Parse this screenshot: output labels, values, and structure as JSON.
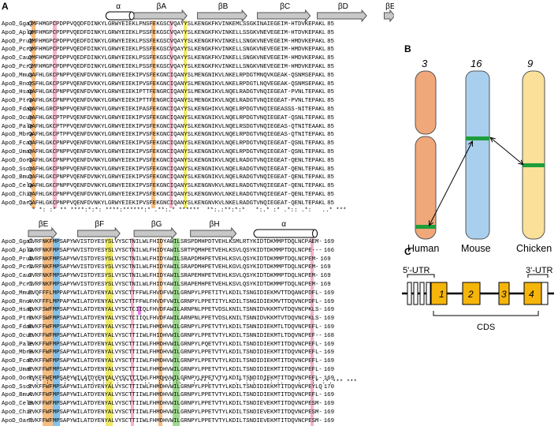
{
  "panel_labels": {
    "a": "A",
    "b": "B",
    "c": "C"
  },
  "block1": {
    "structure": [
      {
        "type": "helix",
        "label": "α"
      },
      {
        "type": "strand",
        "label": "βA"
      },
      {
        "type": "strand",
        "label": "βB"
      },
      {
        "type": "strand",
        "label": "βC"
      },
      {
        "type": "strand",
        "label": "βD"
      },
      {
        "type": "strand",
        "label": "βE"
      }
    ],
    "rows": [
      {
        "name": "ApoD_Ggal",
        "seq": "QMFHMGPCPDPPVQQDFDINKYLGRWYEIEKLPNSFEKGSCVQAYYSLKENGKFKVINKEMLSSGKINAIEGEIM-HTDVKEPAKL",
        "count": "85"
      },
      {
        "name": "ApoD_Apla",
        "seq": "QMFHMGPCPDPPVQEDFDINKYLGRWYEIEKLPSSFEKGSCVQAYYSLKENGKFKVINKELLSSGKVNEVEGEIM-HTDVKEPAKL",
        "count": "85"
      },
      {
        "name": "ApoD_Prub",
        "seq": "QMFHMGPCPDPPVQEDFDINKYLGRWYEIEKLPSSFEKGSCVQAYYSLKENGKFKVINKELLSNGKVNEVEGEIM-HMDVKEPAKL",
        "count": "85"
      },
      {
        "name": "ApoD_Pcrs",
        "seq": "QMFHMGPCPDPPVQEDFDINKYLGRWYEIEKLPSSFEKGSCVQAYYSLKENGKFKVINKELLSNGKVNEVEGEIM-HMDVKEPAKL",
        "count": "85"
      },
      {
        "name": "ApoD_Caur",
        "seq": "QMFHMGPCPDPPVQEDFDINKYLGRWYEIEKLPSSFEKGSCVQAYYSLKENGKFKVINKELLSNGKVNEVEGEIM-HMDVKEPAKL",
        "count": "85"
      },
      {
        "name": "ApoD_Pcri",
        "seq": "QMFHMGPCPDPPVQEDFDINKYLGRWYEIEKLPSSFEKGSCVQAYYSLKENGKFKVINKELLSNGKVNEVEGEIM-HMDVKEPAKL",
        "count": "85"
      },
      {
        "name": "ApoD_Mmus",
        "seq": "QAFHLGKCPNPPVQENFDVNKYLGRWYEIEKIPVSFEKGNCIQANYSLMENGNIKVLNKELRPDGTMNQVKGEAK-QSNMSEPAKL",
        "count": "85"
      },
      {
        "name": "ApoD_Rnor",
        "seq": "QSFHLGKCPSPPVQENFDVKKYLGRWYEIEKIPVSFEKGNCIQANYSLMENGNIKVLNKELRPDGTLNQVEGEAK-QSNMSEPAKL",
        "count": "85"
      },
      {
        "name": "ApoD_Hsap",
        "seq": "QAFHLGKCPNPPVQENFDVNKYLGRWYEIEKIPTTFENGRCIQANYSLMENGKIKVLNQELRADGTVNQIEGEAT-PVNLTEPAKL",
        "count": "85"
      },
      {
        "name": "ApoD_Ptro",
        "seq": "QAFHLGKCPNPPVQENFDVNKYLGRWYEIEKIPTTFENGRCIQANYSLMENGKIKVLNQELRADGTVNQIEGEAT-PVNLTEPAKL",
        "count": "85"
      },
      {
        "name": "ApoD_Fdam",
        "seq": "QAFHLGRCPNPPVQENFDVNKYLGRWYEIEKIPASFEKGNCIQAYYSLKENGHIKVLNQELRPDGTVNQIEGEASSS-NITEPAKL",
        "count": "85"
      },
      {
        "name": "ApoD_Ocun",
        "seq": "QAFHLGKCPTPPVQENFDVNKYLGRWYEIEKIPVSFEKGNCIQANYSLKENGNIKVLNQELRPDGTVNQIEGEAT-QSNLTEPAKL",
        "count": "85"
      },
      {
        "name": "ApoD_Pale",
        "seq": "QAFHLGKCPTPPVQENFDVNKYLGRWYEIEKIPVSFEKGNCIQANYSLKENGNIKVLNQELRSDGTVNQIEGEAS-QTNITEAAKL",
        "count": "85"
      },
      {
        "name": "ApoD_Mbra",
        "seq": "QAFHLGKCPTPPVQENFDVNKYLGRWYEIEKIPVSFEKGNCIQANYSLKENGNIKVLNQELRPDGTVNQIEGEAS-QTNITEPAKL",
        "count": "85"
      },
      {
        "name": "ApoD_Fcat",
        "seq": "QAFHLGKCPNPPVQENFDVNKYLGRWYEIEKIPVSFEKGNCIQANYSLKENGNIKVLNQELRPDGTVNQIEGEAT-QSNLTEPAKL",
        "count": "85"
      },
      {
        "name": "ApoD_Umar",
        "seq": "QAFHLGKCPNPPVQENFDVNKYLGRWYEIEKIPVSFEKGNCIQANYSLKENGNIKVLNQELRPDGTVNQIEGEAT-QSNLTEPAKL",
        "count": "85"
      },
      {
        "name": "ApoD_Oorc",
        "seq": "QAFHLGKCPNPPVQENFDVNKYLGRWYEIEKIPVSFEKGNCIQANYSLKENGNIKVLNQELRADGTVNQIEGEAT-QENLTEPAKL",
        "count": "85"
      },
      {
        "name": "ApoD_Sscr",
        "seq": "QAFHLGKCPNPPVQENFDVNKYLGRWYEIEKIPVSFEKGNCIQANYSLKENGNIKVLNQELRADGTVNQIEGEAT-QENLTEPAKL",
        "count": "85"
      },
      {
        "name": "ApoD_Bmut",
        "seq": "QAFHLGKCPNPPVQENFDVNKYLGRWYEIEKIPVSFEKGNCIQANYSLKENGNIKVLNQELRADGTVNQIEGEAT-QENLTEPAKL",
        "count": "85"
      },
      {
        "name": "ApoD_Cela",
        "seq": "QAFHLGKCPNPPVQENFDVNKYLGRWYEIEKIPVSFEKGNCIQANYSLKENGNVKVLNKELRADGTVNQIEGEAT-QENLTEPAKL",
        "count": "85"
      },
      {
        "name": "ApoD_Chir",
        "seq": "QAFHLGKCPNPPVQENFDVNKYLGRWYEIEKIPVSFEKGNCIQANYSLKENGNVKVLNKELRADGTVNQIEGEAT-QENLTEPAKL",
        "count": "85"
      },
      {
        "name": "ApoD_Oari",
        "seq": "QAFHLGKCPNPPVQENFDVNKYLGRWYEIEKIPVSFEKGNCIQANYSLKENGNVKVLNKELRADGTVNQIEGEAT-QENLTEPAKL",
        "count": "85"
      }
    ],
    "consensus": " * *: :* ** ****:*:*: ****:******:* .**:.* ******  **:.:**:*:*   *:.* :* .*:: .*:   ..* ***"
  },
  "block2": {
    "structure": [
      {
        "type": "strand",
        "label": "βE"
      },
      {
        "type": "strand",
        "label": "βF"
      },
      {
        "type": "strand",
        "label": "βG"
      },
      {
        "type": "strand",
        "label": "βH"
      },
      {
        "type": "helix",
        "label": "α"
      }
    ],
    "rows": [
      {
        "name": "ApoD_Ggal",
        "seq": "GVRFNKFMPSAPYWVISTDYESYSLVYSCTNILWLFHIDYAWILSRSPDMHPDTVEHLKSMLRTYKIDTDKMMPTDQLNCPAEM-",
        "count": "169"
      },
      {
        "name": "ApoD_Apla",
        "seq": "GVRFNKFMPSAPYWVISTDYESYSLVYSCTNILWLFHIDYAWILSRTPQMHPETVEHLKSVLQSYKIDTDKMMPTDQLNCPE---",
        "count": "166"
      },
      {
        "name": "ApoD_Prub",
        "seq": "GVRFNKFMPSAPYWVISTDYESYSLVYSCTNILWLFHIDYAWILSRAPDMHPETVEHLKSVLQSYKIDTDKMMPTDQLNCPEM-",
        "count": "169"
      },
      {
        "name": "ApoD_Pcrs",
        "seq": "GVRFNKFMPSAPYWVISTDYESYSLVYSCTNILWLFHIDYAWILSRAPDMHPETVEHLKGVLQSYKIDTDKMMPTDQLNCPEM-",
        "count": "169"
      },
      {
        "name": "ApoD_Caur",
        "seq": "GVRFNKFMPSAPYWVISTDYESYSLVYSCTNILWLFHIDYAWILSRAPEMHPETVEHLKSVLQSYKIDTDKMMPTDQLNCPEM-",
        "count": "169"
      },
      {
        "name": "ApoD_Pcri",
        "seq": "GVRFNKFMPSAPYWVISTDYESYSLVYSCTNILWLFHIDYAWILSRAPEMHPETVEHLKSVLQSYKIDTDKMMPTDQLNCPEM-",
        "count": "169"
      },
      {
        "name": "ApoD_Mmus",
        "seq": "EVQFFFLMPPAPYWILATDYENYALVYSCTTFFWLFHVDFVWILGRNPYLPPETITYLKDILTSNGIDIEKMVTTDQANCPDFL-",
        "count": "169"
      },
      {
        "name": "ApoD_Rnor",
        "seq": "AVKFFFLMPPAPYWILATDYENYALVYSCTTFFWLFHVDFVWILGRNPYLPPETITYLKDILTSNGIDIEKMVTTDQVNCPDFL-",
        "count": "169"
      },
      {
        "name": "ApoD_Hsap",
        "seq": "EVKFSWFMPSAPYWILATDYENYALVYSCTCIIQLFHVDFAWILARNPNLPPETVDSLKNILTSNNIDVKKMTVTDQVNCPKLS-",
        "count": "169"
      },
      {
        "name": "ApoD_Ptro",
        "seq": "EVKFSWFMPSAPYWILATDYENYALVYSCTCIIQLFHVDFAWILARNPNLPPETVDSLKNILTSNNIDVKKMTVTDQVNCPKLS-",
        "count": "169"
      },
      {
        "name": "ApoD_Fdam",
        "seq": "EVKFFWFMPSAPYWILATDYENYALVYSCTTIIWLFHMDHVWILGRNPYLPPETVTYLKDILTSNNIDIEKMTLTDQVNCPEFL-",
        "count": "169"
      },
      {
        "name": "ApoD_Ocun",
        "seq": "EVKFFWFMPSAPYWILATDYENYALVYSCTTIIWLFHIDHVWILGRNPYLPPETVTYLKDILTSNNIDIEKMTLTDQVNCPEF--",
        "count": "168"
      },
      {
        "name": "ApoD_Pale",
        "seq": "EVKFFWFMPSAPYWILATDYENYALVYSCTTIIWLFHMDHVWILGRNPYLPQETVTYLKDILTSNDIDIEKMTITDQVNCPEFL-",
        "count": "169"
      },
      {
        "name": "ApoD_Mbra",
        "seq": "EVKFFWFMPSAPYWILATDYENYALVYSCTTIIWLFHMDHVWILGRNPYLPPETVTYLKDILTSNDIDIEKMTITDQVNCPEFL-",
        "count": "169"
      },
      {
        "name": "ApoD_Fcat",
        "seq": "EVKFFWFMPSAPYWILATDYENYALVYSCTTIIWLFHMDHVWILGRNPYLPPETVTYLKDILTSNDIDIEKMTITDQVNCPEFL-",
        "count": "169"
      },
      {
        "name": "ApoD_Umar",
        "seq": "EVKFFWFMPSAPYWILATDYENYALVYSCTTIIWLFHMDHVWILGRNPYLPPETVTYLKDILTSNDIDIEKMTITDQVNCPEFL-",
        "count": "169"
      },
      {
        "name": "ApoD_Oorc",
        "seq": "EVKFFWFMPSAPYWILATDYENYALVYSCTTIIWLFHMDHVWILGRNPYLPPETVTYLKDILTSNDIDIEKMTITDQVNCPEFL-",
        "count": "169"
      },
      {
        "name": "ApoD_Sscr",
        "seq": "EVKFFWFMPSAPYWILATDYENYALVYSCTTIIWLFHMDHVWILGRNPYLPPETVTYLKDILTSNDIDIEKMTITDQVNCPEYLQ",
        "count": "170"
      },
      {
        "name": "ApoD_Bmut",
        "seq": "AVKFFWFMPSAPYWILATDYENYALVYSCTTIIWLFHMDHVWILGRNPYLPPETVTYLKDILTSNDIDIEKMTITDQVNCPEFL-",
        "count": "169"
      },
      {
        "name": "ApoD_Cela",
        "seq": "EVKFFWFMPSAPYWILATDYENYALVYSCTTIIWLFHMDHVWILGRNPYLPPETVTYLKDILTSNDIEVEKMTITDQVNCPESM-",
        "count": "169"
      },
      {
        "name": "ApoD_Chir",
        "seq": "EVKFFWFMPSAPYWILATDYENYALVYSCTTIIWLFHMDHVWILGRNPYLPPETVTYLKDILTSNDIEVEKMTITDQVNCPESM-",
        "count": "169"
      },
      {
        "name": "ApoD_Oari",
        "seq": "EVKFFWFMPSAPYWILATDYENYALVYSCTTIIWLFHMDHVWILGRNPYLPPETVTYLKDILTSNDIEVEKMTITDQVNCPESM-",
        "count": "169"
      }
    ],
    "consensus": " *:* :*  *:* *****:**:*.*:*******:.  :**:*:.*  :***.* * *  .* :*:  **: :.  * :   :* :*.*** ***"
  },
  "panel_b": {
    "chromosomes": [
      {
        "number": "3",
        "species": "Human",
        "color": "#f0a77a"
      },
      {
        "number": "16",
        "species": "Mouse",
        "color": "#a9cfee"
      },
      {
        "number": "9",
        "species": "Chicken",
        "color": "#fbe09a"
      }
    ],
    "band_color": "#1e9e3a"
  },
  "panel_c": {
    "utr5": "5'-UTR",
    "utr3": "3'-UTR",
    "exons": [
      "1",
      "2",
      "3",
      "4"
    ],
    "cds": "CDS",
    "exon_color": "#f5b50a"
  },
  "highlight_colors": {
    "orange": "#f6b26b",
    "pink": "#f4a6c2",
    "yellow": "#f0e64a",
    "blue": "#6fb6e8",
    "green": "#8fd17c",
    "magenta": "#e36ae0"
  }
}
